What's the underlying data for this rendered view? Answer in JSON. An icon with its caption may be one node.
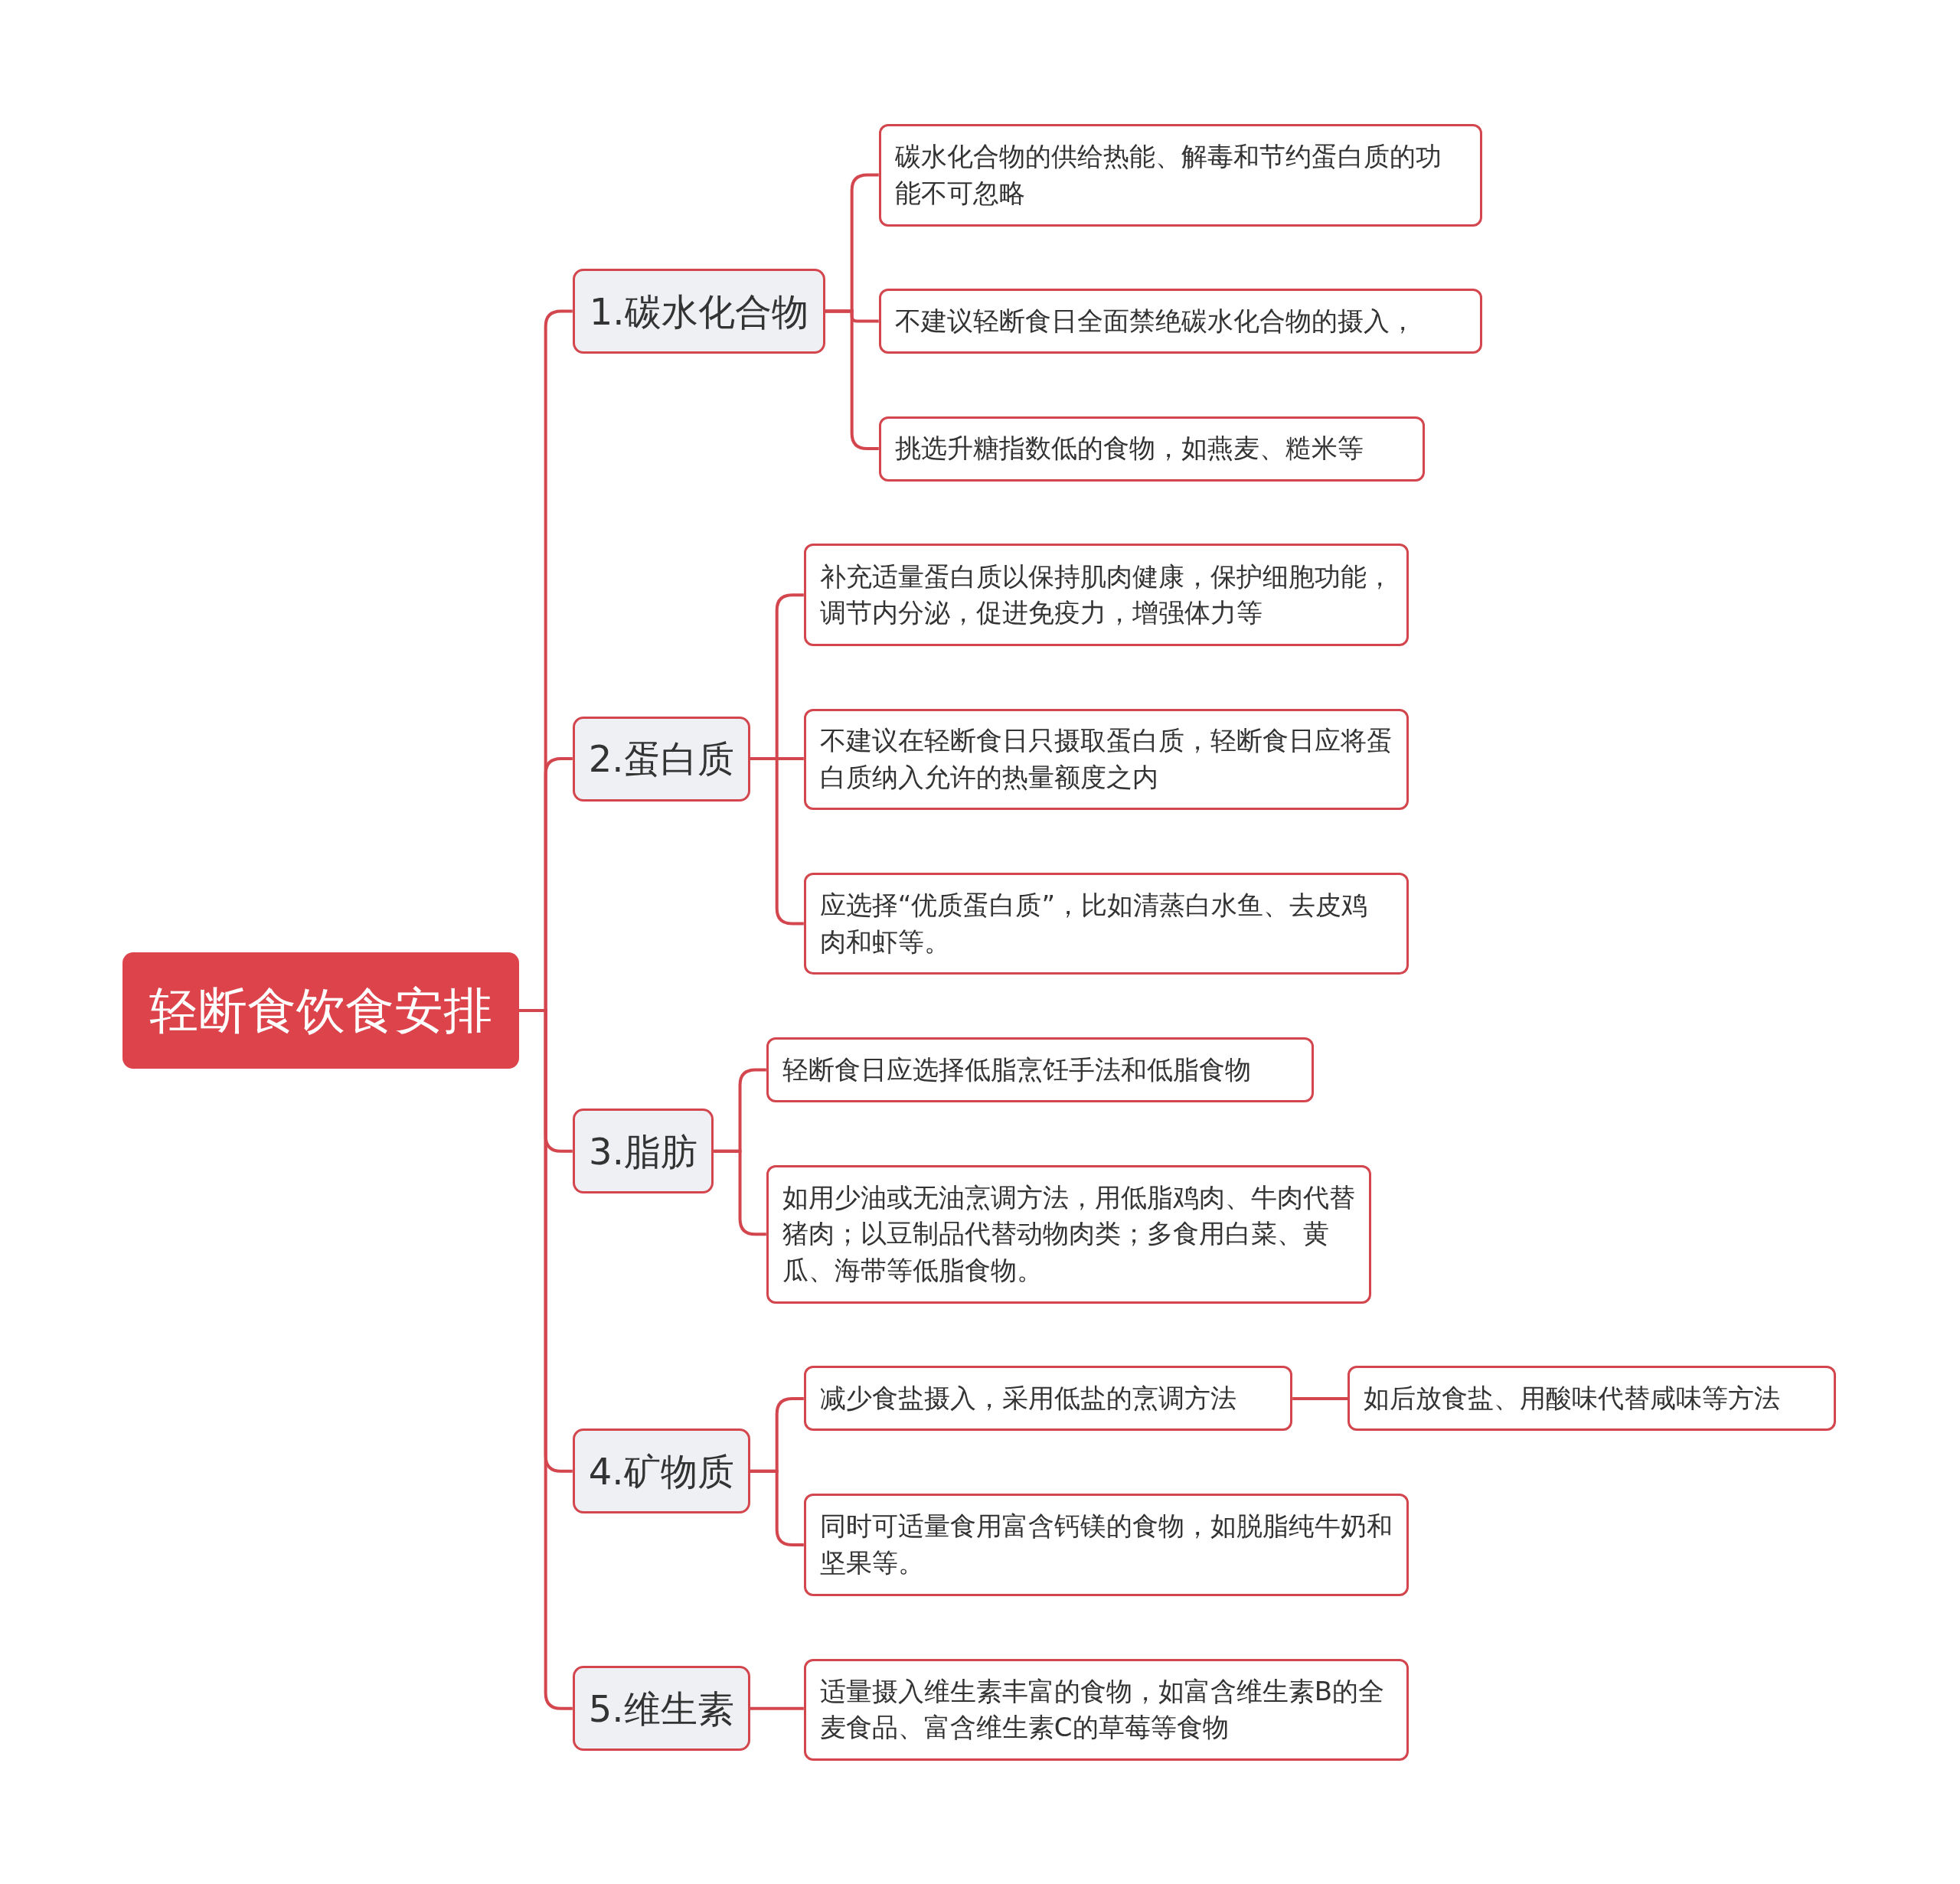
{
  "diagram": {
    "nodes": [
      {
        "text": [
          "轻断食饮食安排"
        ]
      },
      {
        "text": [
          "1.碳水化合物"
        ]
      },
      {
        "text": [
          "碳水化合物的供给热能、解毒和节约蛋白质的功能不可忽略"
        ]
      },
      {
        "text": [
          "不建议轻断食日全面禁绝碳水化合物的摄入，"
        ]
      },
      {
        "text": [
          "挑选升糖指数低的食物，如燕麦、糙米等"
        ]
      },
      {
        "text": [
          "2.蛋白质"
        ]
      },
      {
        "text": [
          "补充适量蛋白质以保持肌肉健康，保护细胞功能，调节内分泌，促进免疫力，增强体力等"
        ]
      },
      {
        "text": [
          "不建议在轻断食日只摄取蛋白质，轻断食日应将蛋白质纳入允许的热量额度之内"
        ]
      },
      {
        "text": [
          "应选择“优质蛋白质”，比如清蒸白水鱼、去皮鸡肉和虾等。"
        ]
      },
      {
        "text": [
          "3.脂肪"
        ]
      },
      {
        "text": [
          "轻断食日应选择低脂烹饪手法和低脂食物"
        ]
      },
      {
        "text": [
          "如用少油或无油烹调方法，用低脂鸡肉、牛肉代替猪肉；以豆制品代替动物肉类；多食用白菜、黄瓜、海带等低脂食物。"
        ]
      },
      {
        "text": [
          "4.矿物质"
        ]
      },
      {
        "text": [
          "减少食盐摄入，采用低盐的烹调方法"
        ]
      },
      {
        "text": [
          "如后放食盐、用酸味代替咸味等方法"
        ]
      },
      {
        "text": [
          "同时可适量食用富含钙镁的食物，如脱脂纯牛奶和坚果等。"
        ]
      },
      {
        "text": [
          "5.维生素"
        ]
      },
      {
        "text": [
          "适量摄入维生素丰富的食物，如富含维生素B的全麦食品、富含维生素C的草莓等食物"
        ]
      }
    ],
    "edges": [
      {
        "from": 0,
        "to": 1,
        "arrow": "none"
      },
      {
        "from": 0,
        "to": 5,
        "arrow": "none"
      },
      {
        "from": 0,
        "to": 9,
        "arrow": "none"
      },
      {
        "from": 0,
        "to": 12,
        "arrow": "none"
      },
      {
        "from": 0,
        "to": 16,
        "arrow": "none"
      },
      {
        "from": 1,
        "to": 2,
        "arrow": "none"
      },
      {
        "from": 1,
        "to": 3,
        "arrow": "none"
      },
      {
        "from": 1,
        "to": 4,
        "arrow": "none"
      },
      {
        "from": 5,
        "to": 6,
        "arrow": "none"
      },
      {
        "from": 5,
        "to": 7,
        "arrow": "none"
      },
      {
        "from": 5,
        "to": 8,
        "arrow": "none"
      },
      {
        "from": 9,
        "to": 10,
        "arrow": "none"
      },
      {
        "from": 9,
        "to": 11,
        "arrow": "none"
      },
      {
        "from": 12,
        "to": 13,
        "arrow": "none"
      },
      {
        "from": 13,
        "to": 14,
        "arrow": "none"
      },
      {
        "from": 12,
        "to": 15,
        "arrow": "none"
      },
      {
        "from": 16,
        "to": 17,
        "arrow": "none"
      }
    ]
  }
}
